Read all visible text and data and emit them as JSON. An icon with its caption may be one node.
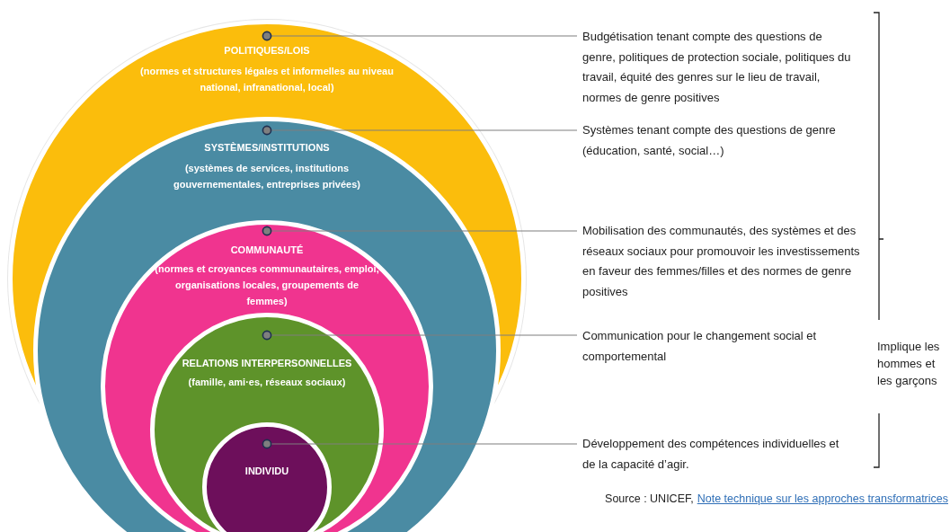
{
  "diagram": {
    "nodes": [
      {
        "text": [
          "POLITIQUES/LOIS",
          "(normes et structures légales et informelles au niveau national, infranational, local)"
        ]
      },
      {
        "text": [
          "SYSTÈMES/INSTITUTIONS",
          "(systèmes de services, institutions gouvernementales, entreprises privées)"
        ],
        "in": 0
      },
      {
        "text": [
          "COMMUNAUTÉ",
          "(normes et croyances communautaires, emploi, organisations locales, groupements de femmes)"
        ],
        "in": 1
      },
      {
        "text": [
          "RELATIONS INTERPERSONNELLES",
          "(famille, ami·es, réseaux sociaux)"
        ],
        "in": 2
      },
      {
        "text": [
          "INDIVIDU"
        ],
        "in": 3
      },
      {
        "text": [
          "Budgétisation tenant compte des questions de genre, politiques de protection sociale, politiques du travail, équité des genres sur le lieu de travail, normes de genre positives"
        ]
      },
      {
        "text": [
          "Systèmes tenant compte des questions de genre (éducation, santé, social…)"
        ]
      },
      {
        "text": [
          "Mobilisation des communautés, des systèmes et des réseaux sociaux pour promouvoir les investissements en faveur des femmes/filles et des normes de genre positives"
        ]
      },
      {
        "text": [
          "Communication pour le changement social et comportemental"
        ]
      },
      {
        "text": [
          "Développement des compétences individuelles et de la capacité d’agir."
        ]
      }
    ],
    "edges": [
      {
        "from": 5,
        "to": 0,
        "arrow": "other"
      },
      {
        "from": 6,
        "to": 1,
        "arrow": "other"
      },
      {
        "from": 7,
        "to": 2,
        "arrow": "other"
      },
      {
        "from": 8,
        "to": 3,
        "arrow": "other"
      },
      {
        "from": 9,
        "to": 4,
        "arrow": "other"
      }
    ],
    "labels": [
      "Implique les hommes et les garçons",
      "Source : UNICEF,",
      "Note technique sur les approches transformatrices"
    ]
  }
}
